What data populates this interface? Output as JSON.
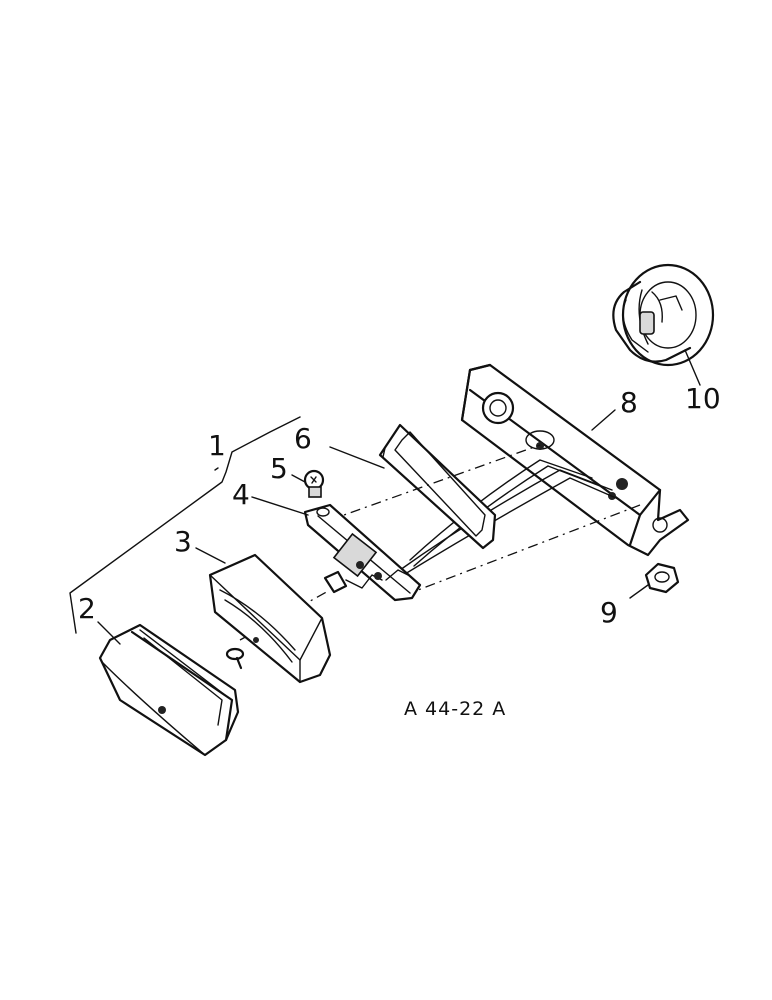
{
  "callouts": {
    "c1": "1",
    "c2": "2",
    "c3": "3",
    "c4": "4",
    "c5": "5",
    "c6": "6",
    "c8": "8",
    "c9": "9",
    "c10": "10"
  },
  "reference": "A 44-22 A"
}
